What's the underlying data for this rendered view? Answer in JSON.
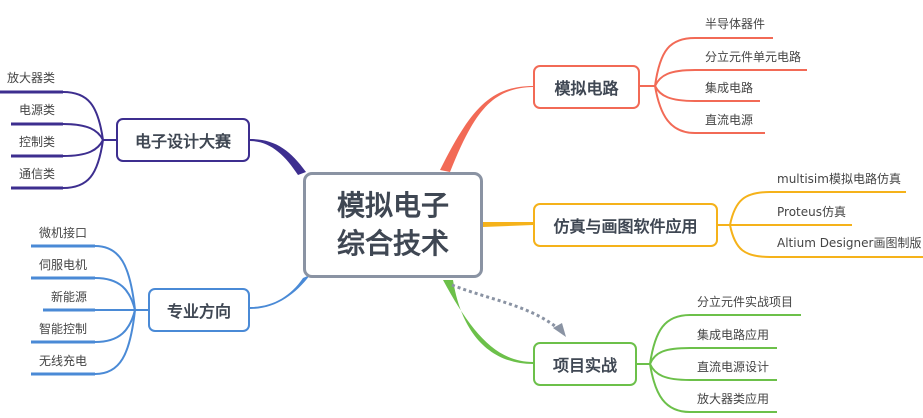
{
  "central": {
    "line1": "模拟电子",
    "line2": "综合技术"
  },
  "colors": {
    "central_border": "#8a93a3",
    "analog": "#f26a56",
    "sim": "#f5b21a",
    "project": "#6cc04a",
    "contest": "#3d2e8f",
    "major": "#4a8ad6",
    "relation": "#8a93a3"
  },
  "branches": {
    "analog": {
      "label": "模拟电路",
      "children": [
        "半导体器件",
        "分立元件单元电路",
        "集成电路",
        "直流电源"
      ]
    },
    "sim": {
      "label": "仿真与画图软件应用",
      "children": [
        "multisim模拟电路仿真",
        "Proteus仿真",
        "Altium Designer画图制版"
      ]
    },
    "project": {
      "label": "项目实战",
      "children": [
        "分立元件实战项目",
        "集成电路应用",
        "直流电源设计",
        "放大器类应用"
      ]
    },
    "contest": {
      "label": "电子设计大赛",
      "children": [
        "放大器类",
        "电源类",
        "控制类",
        "通信类"
      ]
    },
    "major": {
      "label": "专业方向",
      "children": [
        "微机接口",
        "伺服电机",
        "新能源",
        "智能控制",
        "无线充电"
      ]
    }
  }
}
